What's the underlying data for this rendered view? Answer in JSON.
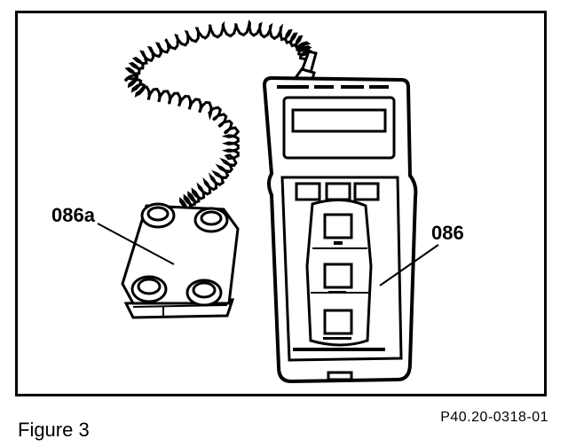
{
  "labels": {
    "sensor_pad": "086a",
    "tester": "086"
  },
  "caption": "Figure 3",
  "reference": "P40.20-0318-01",
  "colors": {
    "ink": "#000000",
    "paper": "#ffffff"
  }
}
